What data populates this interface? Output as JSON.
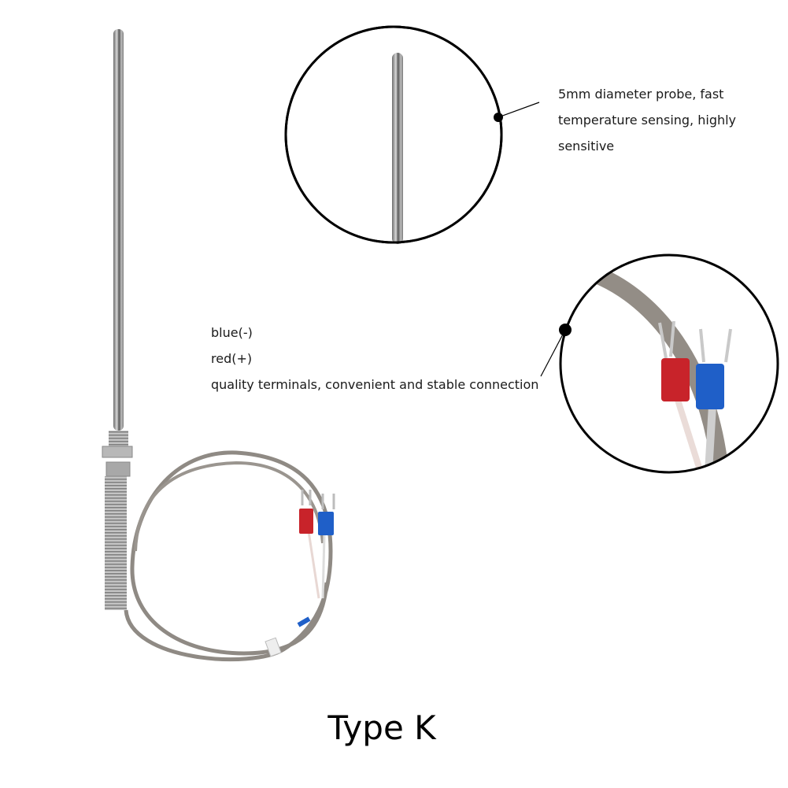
{
  "callouts": {
    "probe": {
      "lines": [
        "5mm diameter probe, fast",
        "temperature sensing, highly",
        "sensitive"
      ]
    },
    "terminals": {
      "lines": [
        "blue(-)",
        "red(+)",
        "quality terminals, convenient and stable connection"
      ]
    }
  },
  "title": "Type K",
  "colors": {
    "red_terminal": "#c8232a",
    "blue_terminal": "#1f5fc8",
    "steel": "#9a9a9a",
    "braid": "#8f8a84",
    "outline": "#000000"
  }
}
